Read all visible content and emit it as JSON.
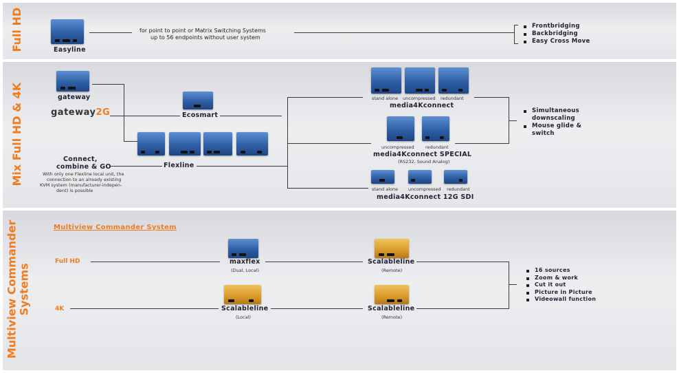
{
  "sections": {
    "full_hd": {
      "label": "Full HD",
      "product": "Easyline",
      "description_line1": "for point to point or Matrix Switching Systems",
      "description_line2": "up to 56 endpoints without user system",
      "features": [
        "Frontbridging",
        "Backbridging",
        "Easy Cross Move"
      ]
    },
    "mix": {
      "label": "Mix Full HD & 4K",
      "gateway": "gateway",
      "gateway2g_text": "gateway",
      "gateway2g_suffix": "2G",
      "ecosmart": "Ecosmart",
      "connect_title_1": "Connect,",
      "connect_title_2": "combine & GO",
      "connect_note_1": "With only one Flexline local unit, the",
      "connect_note_2": "connection to an already existing",
      "connect_note_3": "KVM system  (manufacturer-indepen-",
      "connect_note_4": "dent) is possible",
      "flexline": "Flexline",
      "m4k_title": "media4Kconnect",
      "m4k_labels": [
        "stand alone",
        "uncompressed",
        "redundant"
      ],
      "m4k_special_title": "media4Kconnect SPECIAL",
      "m4k_special_sub": "(RS232, Sound Analog)",
      "m4k_special_labels": [
        "uncompressed",
        "redundant"
      ],
      "m4k_12g_title": "media4Kconnect 12G SDI",
      "m4k_12g_labels": [
        "stand alone",
        "uncompressed",
        "redundant"
      ],
      "features": [
        "Simultaneous downscaling",
        "Mouse glide & switch"
      ]
    },
    "multiview": {
      "label_1": "Multiview Commander",
      "label_2": "Systems",
      "heading": "Multiview Commander System",
      "row1_label": "Full HD",
      "row2_label": "4K",
      "maxflex": "maxflex",
      "maxflex_sub": "(Dual, Local)",
      "scalable_remote_1": "Scalableline",
      "scalable_remote_1_sub": "(Remote)",
      "scalable_local": "Scalableline",
      "scalable_local_sub": "(Local)",
      "scalable_remote_2": "Scalableline",
      "scalable_remote_2_sub": "(Remote)",
      "features": [
        "16 sources",
        "Zoom & work",
        "Cut it out",
        "Picture in Picture",
        "Videowall function"
      ]
    }
  },
  "colors": {
    "accent": "#f07c1e",
    "device_blue": "#2f5fa5",
    "device_gold": "#d99a2b"
  }
}
